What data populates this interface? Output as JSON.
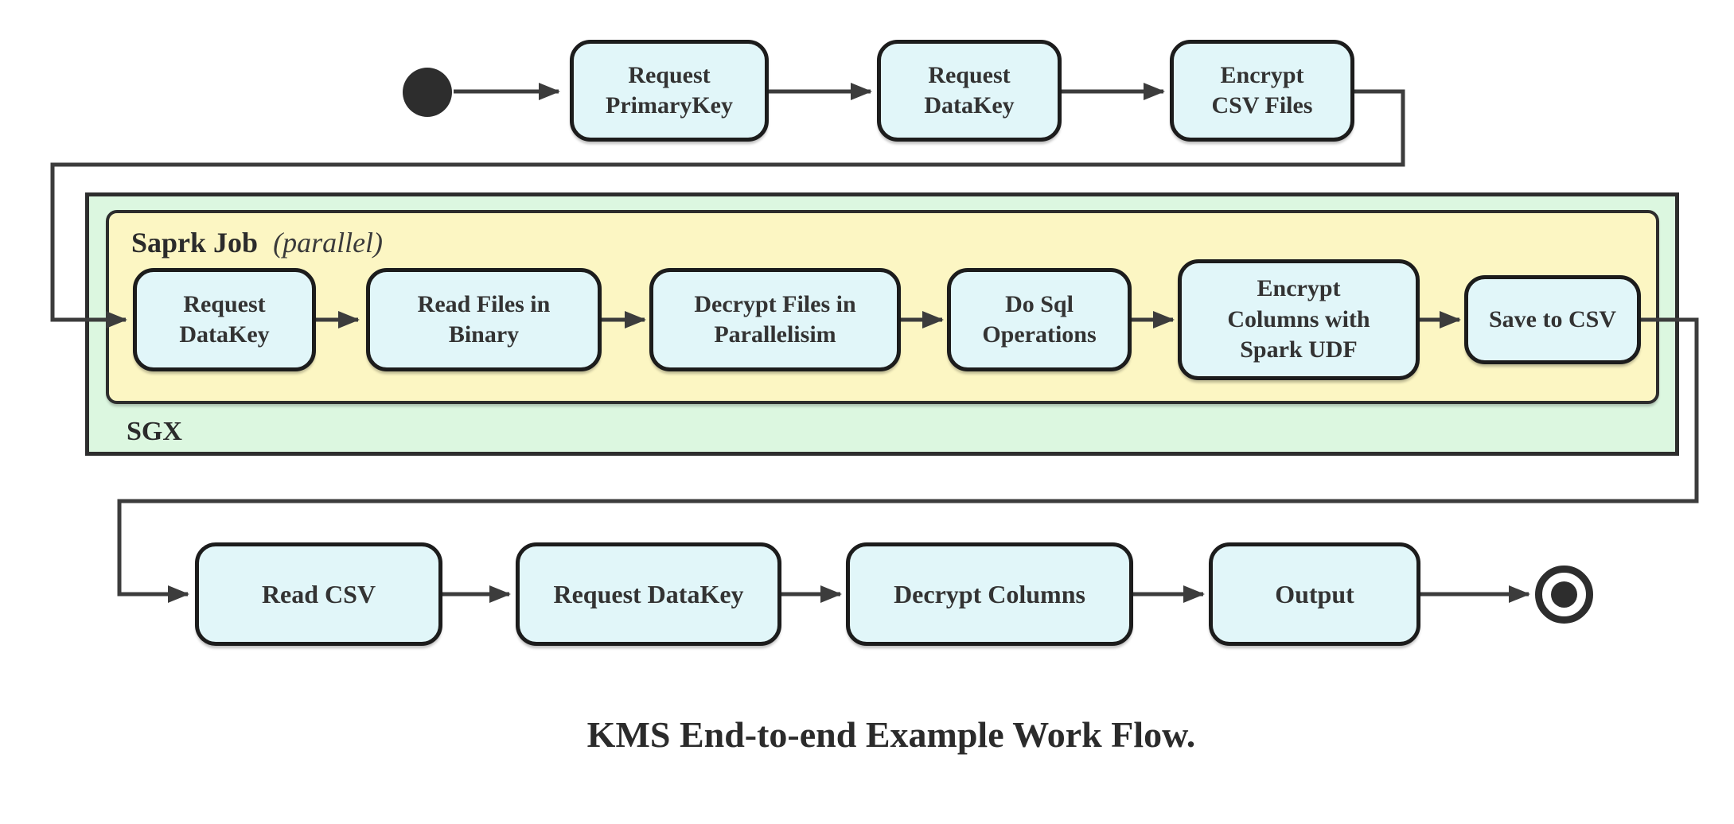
{
  "caption": "KMS End-to-end Example Work Flow.",
  "icons": {
    "start": "initial-node-filled-circle",
    "end": "final-node-ring-with-dot"
  },
  "top_flow": {
    "nodes": [
      {
        "label": "Request\nPrimaryKey"
      },
      {
        "label": "Request\nDataKey"
      },
      {
        "label": "Encrypt\nCSV Files"
      }
    ]
  },
  "sgx": {
    "label": "SGX",
    "spark_job": {
      "title": "Saprk Job",
      "annotation": "(parallel)",
      "nodes": [
        {
          "label": "Request\nDataKey"
        },
        {
          "label": "Read Files in\nBinary"
        },
        {
          "label": "Decrypt Files in\nParallelisim"
        },
        {
          "label": "Do Sql\nOperations"
        },
        {
          "label": "Encrypt\nColumns with\nSpark UDF"
        },
        {
          "label": "Save to CSV"
        }
      ]
    }
  },
  "bottom_flow": {
    "nodes": [
      {
        "label": "Read CSV"
      },
      {
        "label": "Request DataKey"
      },
      {
        "label": "Decrypt Columns"
      },
      {
        "label": "Output"
      }
    ]
  },
  "colors": {
    "node_fill": "#e1f6f9",
    "node_border": "#1c1c1c",
    "sgx_fill": "#dcf7e0",
    "spark_job_fill": "#fcf6c3",
    "container_border": "#2d2d2d",
    "connector": "#3c3c3c",
    "text": "#2b2b2b"
  }
}
